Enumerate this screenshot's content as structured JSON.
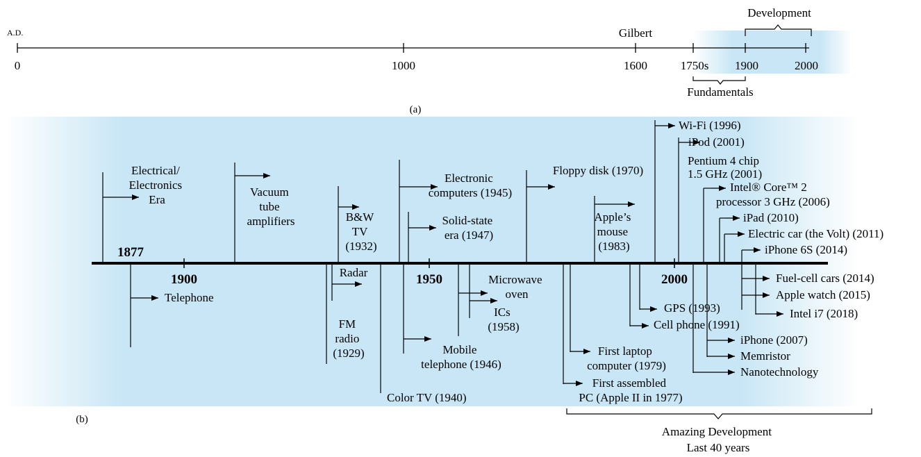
{
  "chart_data": {
    "type": "timeline",
    "panel_a": {
      "caption": "(a)",
      "prefix_label": "A.D.",
      "axis_range": [
        0,
        2000
      ],
      "ticks": [
        "0",
        "1000",
        "1600",
        "1750s",
        "1900",
        "2000"
      ],
      "markers": {
        "gilbert": "Gilbert"
      },
      "spans": {
        "development": {
          "label": "Development",
          "range": [
            1900,
            2000
          ]
        },
        "fundamentals": {
          "label": "Fundamentals",
          "range": [
            1750,
            1900
          ]
        }
      }
    },
    "panel_b": {
      "caption": "(b)",
      "axis_labels": [
        "1877",
        "1900",
        "1950",
        "2000"
      ],
      "events_above": [
        {
          "lines": [
            "Electrical/",
            "Electronics",
            "Era"
          ]
        },
        {
          "lines": [
            "Vacuum",
            "tube",
            "amplifiers"
          ]
        },
        {
          "lines": [
            "B&W",
            "TV",
            "(1932)"
          ]
        },
        {
          "lines": [
            "Electronic",
            "computers (1945)"
          ]
        },
        {
          "lines": [
            "Solid-state",
            "era (1947)"
          ]
        },
        {
          "lines": [
            "Floppy disk (1970)"
          ]
        },
        {
          "lines": [
            "Apple’s",
            "mouse",
            "(1983)"
          ]
        },
        {
          "lines": [
            "Wi-Fi (1996)"
          ]
        },
        {
          "lines": [
            "iPod (2001)"
          ]
        },
        {
          "lines": [
            "Pentium 4 chip",
            "1.5 GHz (2001)"
          ]
        },
        {
          "lines": [
            "Intel® Core™ 2",
            "processor 3 GHz (2006)"
          ]
        },
        {
          "lines": [
            "iPad (2010)"
          ]
        },
        {
          "lines": [
            "Electric car (the Volt) (2011)"
          ]
        },
        {
          "lines": [
            "iPhone 6S (2014)"
          ]
        }
      ],
      "events_below": [
        {
          "lines": [
            "Telephone"
          ]
        },
        {
          "lines": [
            "Radar"
          ]
        },
        {
          "lines": [
            "FM",
            "radio",
            "(1929)"
          ]
        },
        {
          "lines": [
            "Color TV (1940)"
          ]
        },
        {
          "lines": [
            "Mobile",
            "telephone (1946)"
          ]
        },
        {
          "lines": [
            "Microwave",
            "oven"
          ]
        },
        {
          "lines": [
            "ICs",
            "(1958)"
          ]
        },
        {
          "lines": [
            "First laptop",
            "computer (1979)"
          ]
        },
        {
          "lines": [
            "First assembled",
            "PC (Apple II in 1977)"
          ]
        },
        {
          "lines": [
            "GPS (1993)"
          ]
        },
        {
          "lines": [
            "Cell phone (1991)"
          ]
        },
        {
          "lines": [
            "Fuel-cell cars (2014)"
          ]
        },
        {
          "lines": [
            "Apple watch (2015)"
          ]
        },
        {
          "lines": [
            "Intel i7 (2018)"
          ]
        },
        {
          "lines": [
            "iPhone (2007)"
          ]
        },
        {
          "lines": [
            "Memristor"
          ]
        },
        {
          "lines": [
            "Nanotechnology"
          ]
        }
      ],
      "span_label": [
        "Amazing Development",
        "Last 40 years"
      ]
    }
  }
}
